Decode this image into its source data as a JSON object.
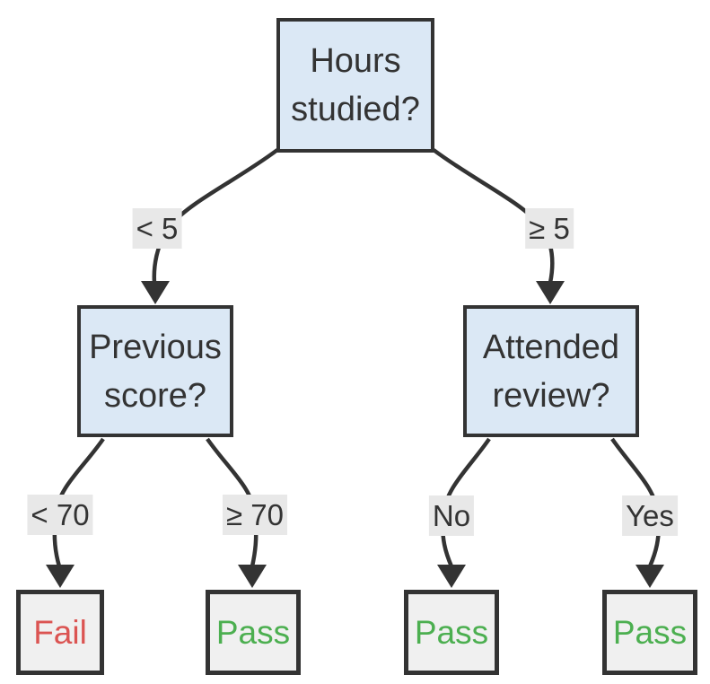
{
  "diagram": {
    "type": "decision-tree-flowchart",
    "colors": {
      "background": "#ffffff",
      "decision_fill": "#dbe8f5",
      "decision_border": "#333333",
      "leaf_fill": "#f0f0f0",
      "leaf_border": "#333333",
      "edge": "#333333",
      "label_bg": "#e8e8e8",
      "text": "#333333",
      "fail": "#db5452",
      "pass": "#4caf50"
    },
    "nodes": {
      "root": {
        "label": "Hours studied?",
        "kind": "decision"
      },
      "previous_score": {
        "label": "Previous score?",
        "kind": "decision"
      },
      "attended_review": {
        "label": "Attended review?",
        "kind": "decision"
      },
      "fail": {
        "label": "Fail",
        "kind": "leaf",
        "result": "fail"
      },
      "pass_1": {
        "label": "Pass",
        "kind": "leaf",
        "result": "pass"
      },
      "pass_2": {
        "label": "Pass",
        "kind": "leaf",
        "result": "pass"
      },
      "pass_3": {
        "label": "Pass",
        "kind": "leaf",
        "result": "pass"
      }
    },
    "edges": [
      {
        "from": "root",
        "to": "previous_score",
        "label": "< 5"
      },
      {
        "from": "root",
        "to": "attended_review",
        "label": "≥ 5"
      },
      {
        "from": "previous_score",
        "to": "fail",
        "label": "< 70"
      },
      {
        "from": "previous_score",
        "to": "pass_1",
        "label": "≥ 70"
      },
      {
        "from": "attended_review",
        "to": "pass_2",
        "label": "No"
      },
      {
        "from": "attended_review",
        "to": "pass_3",
        "label": "Yes"
      }
    ]
  }
}
